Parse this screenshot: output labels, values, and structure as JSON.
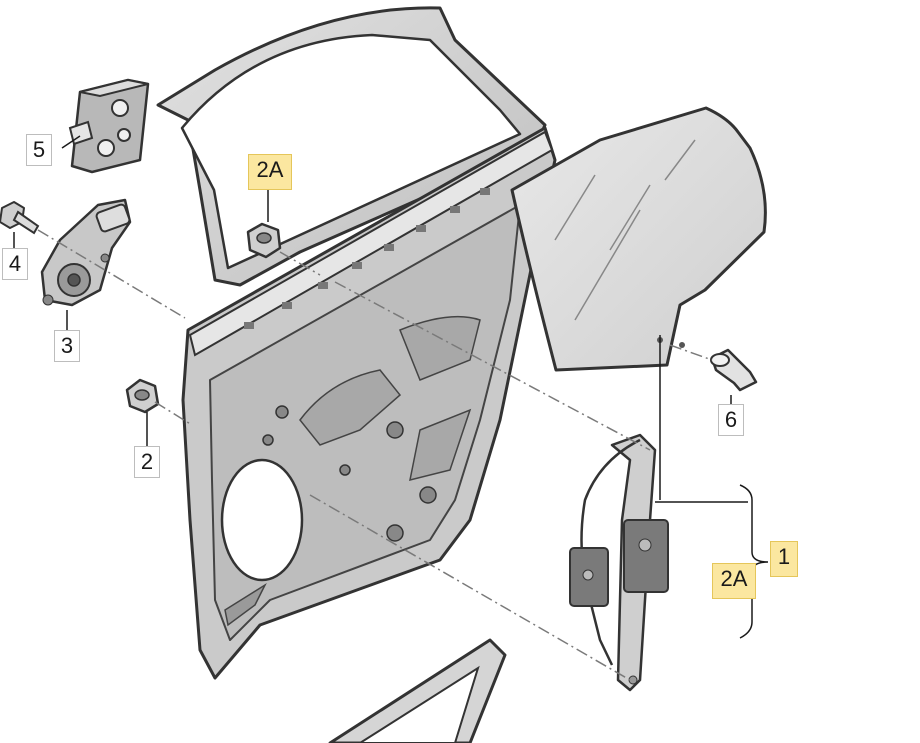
{
  "callouts": {
    "c1": "1",
    "c2": "2",
    "c2a_top": "2A",
    "c2a_bottom": "2A",
    "c3": "3",
    "c4": "4",
    "c5": "5",
    "c6": "6"
  },
  "colors": {
    "highlight": "#fbe7a0",
    "part_fill": "#d8d8d8",
    "part_dark": "#8a8a8a",
    "outline": "#333333"
  }
}
